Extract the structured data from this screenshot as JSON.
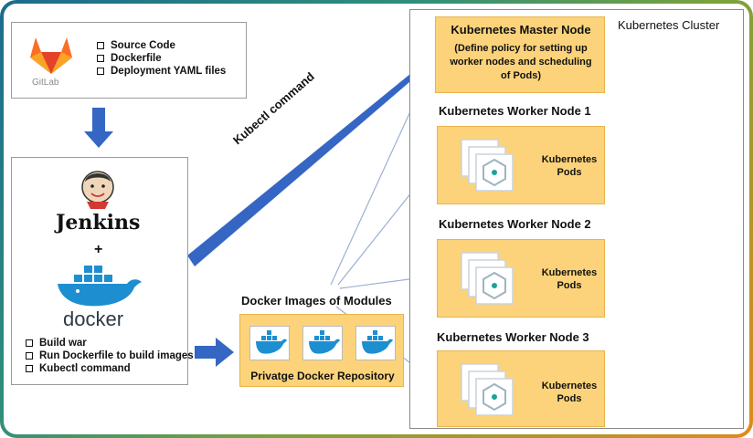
{
  "gitlab": {
    "logo_text": "GitLab",
    "items": [
      "Source Code",
      "Dockerfile",
      "Deployment YAML files"
    ]
  },
  "ci": {
    "jenkins_label": "Jenkins",
    "plus": "+",
    "docker_label": "docker",
    "items": [
      "Build war",
      "Run Dockerfile to build images",
      "Kubectl command"
    ]
  },
  "kubectl_arrow_label": "Kubectl command",
  "repository": {
    "heading": "Docker Images of Modules",
    "label": "Privatge Docker Repository"
  },
  "cluster": {
    "title": "Kubernetes Cluster",
    "master": {
      "title": "Kubernetes Master Node",
      "desc": [
        "(Define policy for setting up",
        "worker nodes and scheduling",
        "of Pods)"
      ]
    },
    "workers": [
      {
        "title": "Kubernetes Worker Node 1",
        "pods_label": [
          "Kubernetes",
          "Pods"
        ]
      },
      {
        "title": "Kubernetes Worker Node 2",
        "pods_label": [
          "Kubernetes",
          "Pods"
        ]
      },
      {
        "title": "Kubernetes Worker Node 3",
        "pods_label": [
          "Kubernetes",
          "Pods"
        ]
      }
    ]
  },
  "colors": {
    "arrow_blue": "#3566c4",
    "node_gold": "#fcd37a",
    "gitlab_orange": "#e2432a",
    "docker_blue": "#1d8fd0",
    "pod_teal": "#1aa39a"
  }
}
